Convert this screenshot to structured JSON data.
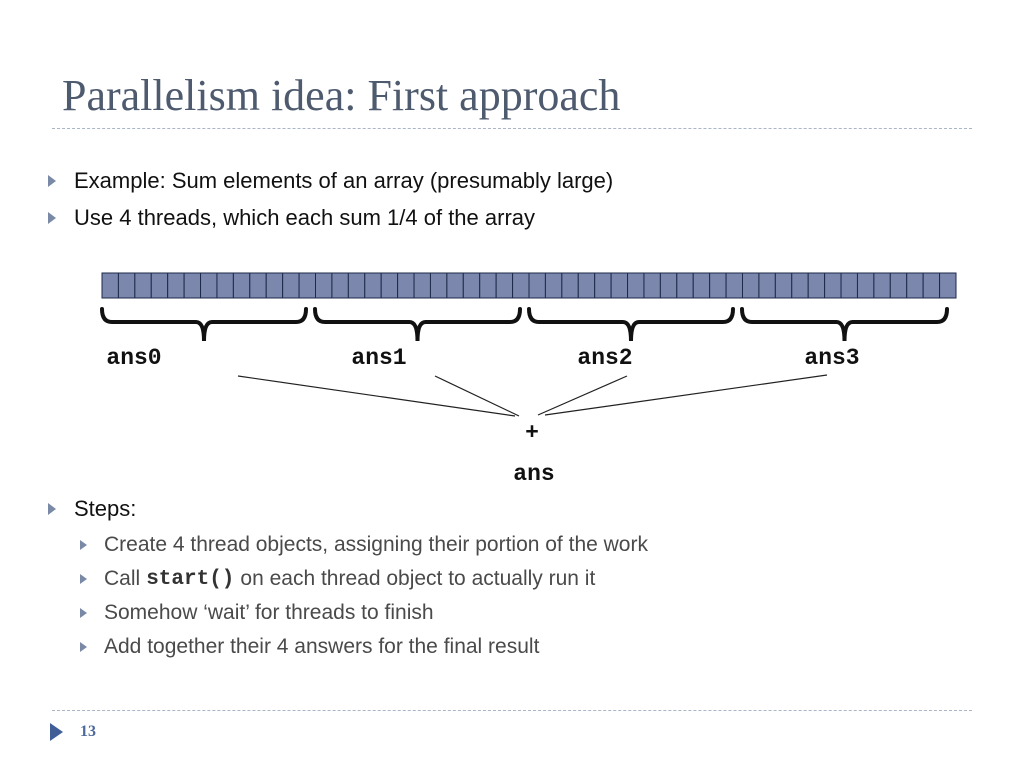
{
  "slide": {
    "title": "Parallelism idea: First approach",
    "bullets": [
      "Example: Sum elements of an array (presumably large)",
      "Use 4 threads, which each sum 1/4 of the array"
    ],
    "steps_heading": "Steps:",
    "steps": {
      "s1": "Create 4 thread objects, assigning their portion of the work",
      "s2_prefix": "Call",
      "s2_code": "start()",
      "s2_suffix": "on each thread object to actually run it",
      "s3": "Somehow ‘wait’ for threads to finish",
      "s4": "Add together their 4 answers for the final result"
    },
    "page_number": "13"
  },
  "diagram": {
    "array_cell_count": 52,
    "array_fill": "#7b87ac",
    "array_stroke": "#1e2a4a",
    "partials": [
      "ans0",
      "ans1",
      "ans2",
      "ans3"
    ],
    "operator": "+",
    "result": "ans"
  },
  "colors": {
    "title": "#4e5a6e",
    "bullet_marker": "#7a8aa6",
    "footer_marker": "#3f5f96"
  }
}
